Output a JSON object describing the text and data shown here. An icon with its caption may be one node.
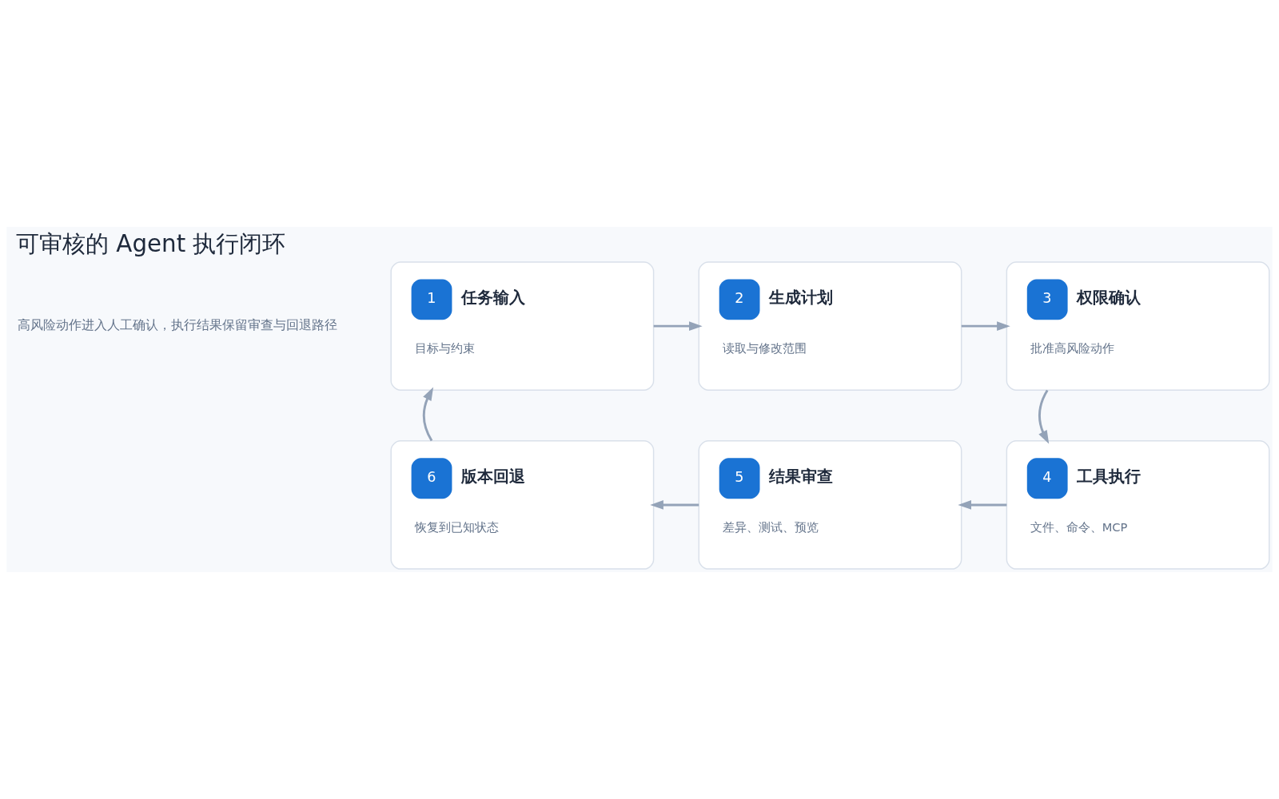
{
  "diagram": {
    "title": "可审核的 Agent 执行闭环",
    "nodes": [
      {
        "text": [
          "1",
          "任务输入",
          "目标与约束"
        ]
      },
      {
        "text": [
          "2",
          "生成计划",
          "读取与修改范围"
        ]
      },
      {
        "text": [
          "3",
          "权限确认",
          "批准高风险动作"
        ]
      },
      {
        "text": [
          "4",
          "工具执行",
          "文件、命令、MCP"
        ]
      },
      {
        "text": [
          "5",
          "结果审查",
          "差异、测试、预览"
        ]
      },
      {
        "text": [
          "6",
          "版本回退",
          "恢复到已知状态"
        ]
      }
    ],
    "edges": [
      {
        "from": 0,
        "to": 1,
        "arrow": "to"
      },
      {
        "from": 1,
        "to": 2,
        "arrow": "to"
      },
      {
        "from": 2,
        "to": 3,
        "arrow": "to"
      },
      {
        "from": 3,
        "to": 4,
        "arrow": "to"
      },
      {
        "from": 4,
        "to": 5,
        "arrow": "to"
      },
      {
        "from": 5,
        "to": 0,
        "arrow": "to"
      }
    ],
    "labels": [
      "高风险动作进入人工确认，执行结果保留审查与回退路径"
    ]
  }
}
